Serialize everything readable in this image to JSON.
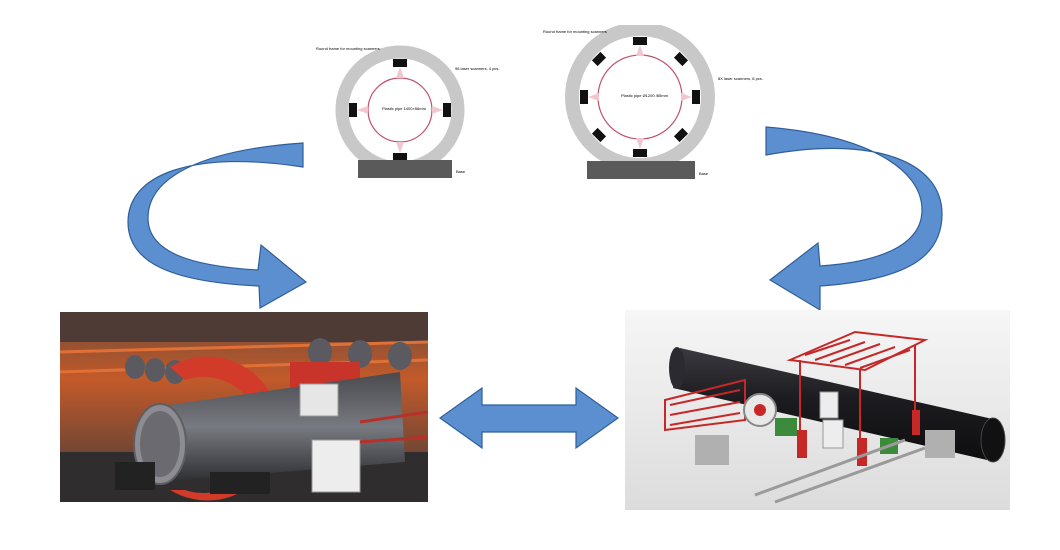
{
  "diagram_left": {
    "frame_label": "Round frame for mounting scanners",
    "scanner_label": "96 laser scanners, 4 pcs.",
    "pipe_label": "Plastic pipe 1400×56mm",
    "base_label": "Base"
  },
  "diagram_right": {
    "frame_label": "Round frame for mounting scanners",
    "scanner_label": "8X laser scanners, 8 pcs.",
    "pipe_label": "Plastic pipe Ø1200 /85mm",
    "base_label": "Base"
  },
  "photo_left": {
    "caption": "Pipe scanning station with round red frame in factory"
  },
  "render_right": {
    "caption": "3D model of scanning gantry over black pipe"
  },
  "colors": {
    "arrow_fill": "#5b8fd0",
    "arrow_stroke": "#2f5f9a",
    "frame_ring": "#c8c8c8",
    "scanner": "#111111",
    "base": "#5a5a5a",
    "pipe_ring": "#c0506a"
  }
}
